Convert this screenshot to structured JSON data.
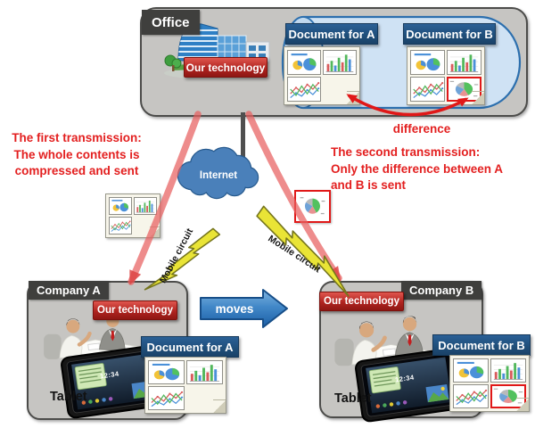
{
  "office": {
    "label": "Office",
    "tech_label": "Our technology",
    "documents": {
      "a": "Document for A",
      "b": "Document for B"
    },
    "difference_label": "difference"
  },
  "network": {
    "internet_label": "Internet",
    "mobile_circuit_left": "Mobile circuit",
    "mobile_circuit_right": "Mobile circuit"
  },
  "annotations": {
    "first_transmission": "The first transmission:\nThe whole contents is\ncompressed and sent",
    "second_transmission": "The second transmission:\nOnly the difference between A\nand B is sent",
    "moves_label": "moves"
  },
  "company_a": {
    "label": "Company A",
    "tech_label": "Our technology",
    "document_label": "Document for A",
    "tablet_label": "Tablet",
    "tablet_clock": "12:34"
  },
  "company_b": {
    "label": "Company B",
    "tech_label": "Our technology",
    "document_label": "Document for B",
    "tablet_label": "Tablet",
    "tablet_clock": "12:34"
  },
  "colors": {
    "annotation_red": "#e31f1f",
    "tech_label_red": "#b02420",
    "doc_label_blue": "#1f4e79",
    "cloud_blue": "#4a80ba",
    "highlight_red": "#e01818",
    "box_gray": "#c6c5c2"
  }
}
